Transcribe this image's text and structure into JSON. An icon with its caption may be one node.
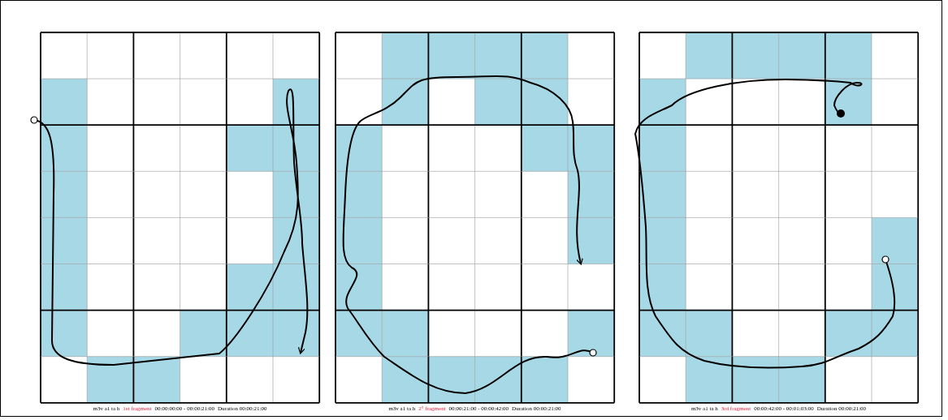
{
  "diagram": {
    "labels": [
      "m3v a1 ta h",
      "1st fragment",
      "00:00:00:00 - 00:00:21:00",
      "Duration 00:00:21:00",
      "m3v a1 ta h",
      "2° fragment",
      "00:00:21:00 - 00:00:42:00",
      "Duration 00:00:21:00",
      "m3v a1 ta h",
      "3rd fragment",
      "00:00:42:00 - 00:01:03:00",
      "Duration 00:00:21:00"
    ]
  }
}
